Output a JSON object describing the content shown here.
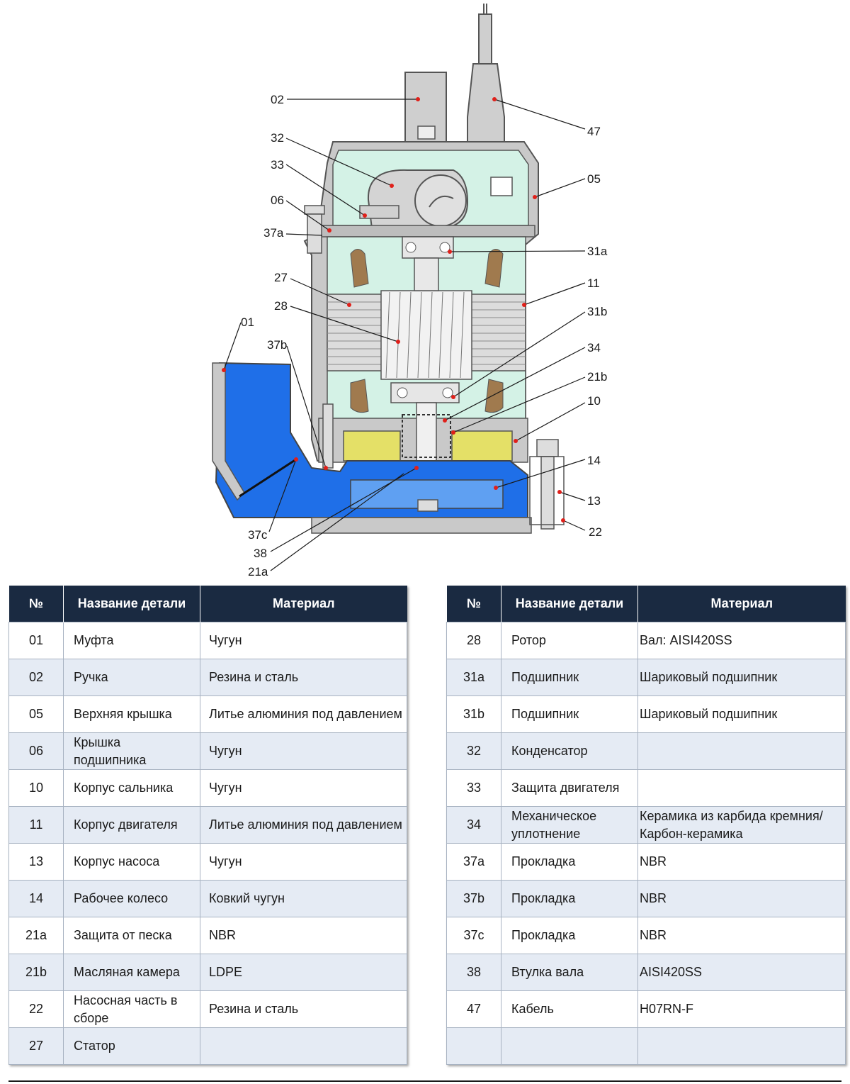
{
  "diagram": {
    "callouts": [
      "02",
      "32",
      "33",
      "06",
      "37a",
      "27",
      "28",
      "01",
      "37b",
      "37c",
      "38",
      "21a",
      "47",
      "05",
      "31a",
      "11",
      "31b",
      "34",
      "21b",
      "10",
      "14",
      "13",
      "22"
    ]
  },
  "colors": {
    "header_bg": "#1a2a41",
    "row_alt": "#e5ebf4",
    "motor_fill": "#d4f2e6",
    "pump_fill": "#1f6fe8",
    "oil_chamber": "#e4e067",
    "winding": "#a07a4e",
    "metal": "#c9c9c9"
  },
  "table_left": {
    "headers": [
      "№",
      "Название детали",
      "Материал"
    ],
    "rows": [
      {
        "no": "01",
        "name": "Муфта",
        "material": "Чугун"
      },
      {
        "no": "02",
        "name": "Ручка",
        "material": "Резина и сталь"
      },
      {
        "no": "05",
        "name": "Верхняя крышка",
        "material": "Литье алюминия под давлением"
      },
      {
        "no": "06",
        "name": "Крышка подшипника",
        "material": "Чугун"
      },
      {
        "no": "10",
        "name": "Корпус сальника",
        "material": "Чугун"
      },
      {
        "no": "11",
        "name": "Корпус двигателя",
        "material": "Литье алюминия под давлением"
      },
      {
        "no": "13",
        "name": "Корпус насоса",
        "material": "Чугун"
      },
      {
        "no": "14",
        "name": "Рабочее колесо",
        "material": "Ковкий чугун"
      },
      {
        "no": "21a",
        "name": "Защита от песка",
        "material": "NBR"
      },
      {
        "no": "21b",
        "name": "Масляная камера",
        "material": "LDPE"
      },
      {
        "no": "22",
        "name": "Насосная часть в сборе",
        "material": "Резина и сталь"
      },
      {
        "no": "27",
        "name": "Статор",
        "material": ""
      }
    ]
  },
  "table_right": {
    "headers": [
      "№",
      "Название детали",
      "Материал"
    ],
    "rows": [
      {
        "no": "28",
        "name": "Ротор",
        "material": "Вал: AISI420SS"
      },
      {
        "no": "31a",
        "name": "Подшипник",
        "material": "Шариковый подшипник"
      },
      {
        "no": "31b",
        "name": "Подшипник",
        "material": "Шариковый подшипник"
      },
      {
        "no": "32",
        "name": "Конденсатор",
        "material": ""
      },
      {
        "no": "33",
        "name": "Защита двигателя",
        "material": ""
      },
      {
        "no": "34",
        "name": "Механическое уплотнение",
        "material": "Керамика из карбида кремния/ Карбон-керамика"
      },
      {
        "no": "37a",
        "name": "Прокладка",
        "material": "NBR"
      },
      {
        "no": "37b",
        "name": "Прокладка",
        "material": "NBR"
      },
      {
        "no": "37c",
        "name": "Прокладка",
        "material": "NBR"
      },
      {
        "no": "38",
        "name": "Втулка вала",
        "material": "AISI420SS"
      },
      {
        "no": "47",
        "name": "Кабель",
        "material": "H07RN-F"
      },
      {
        "no": "",
        "name": "",
        "material": ""
      }
    ]
  }
}
